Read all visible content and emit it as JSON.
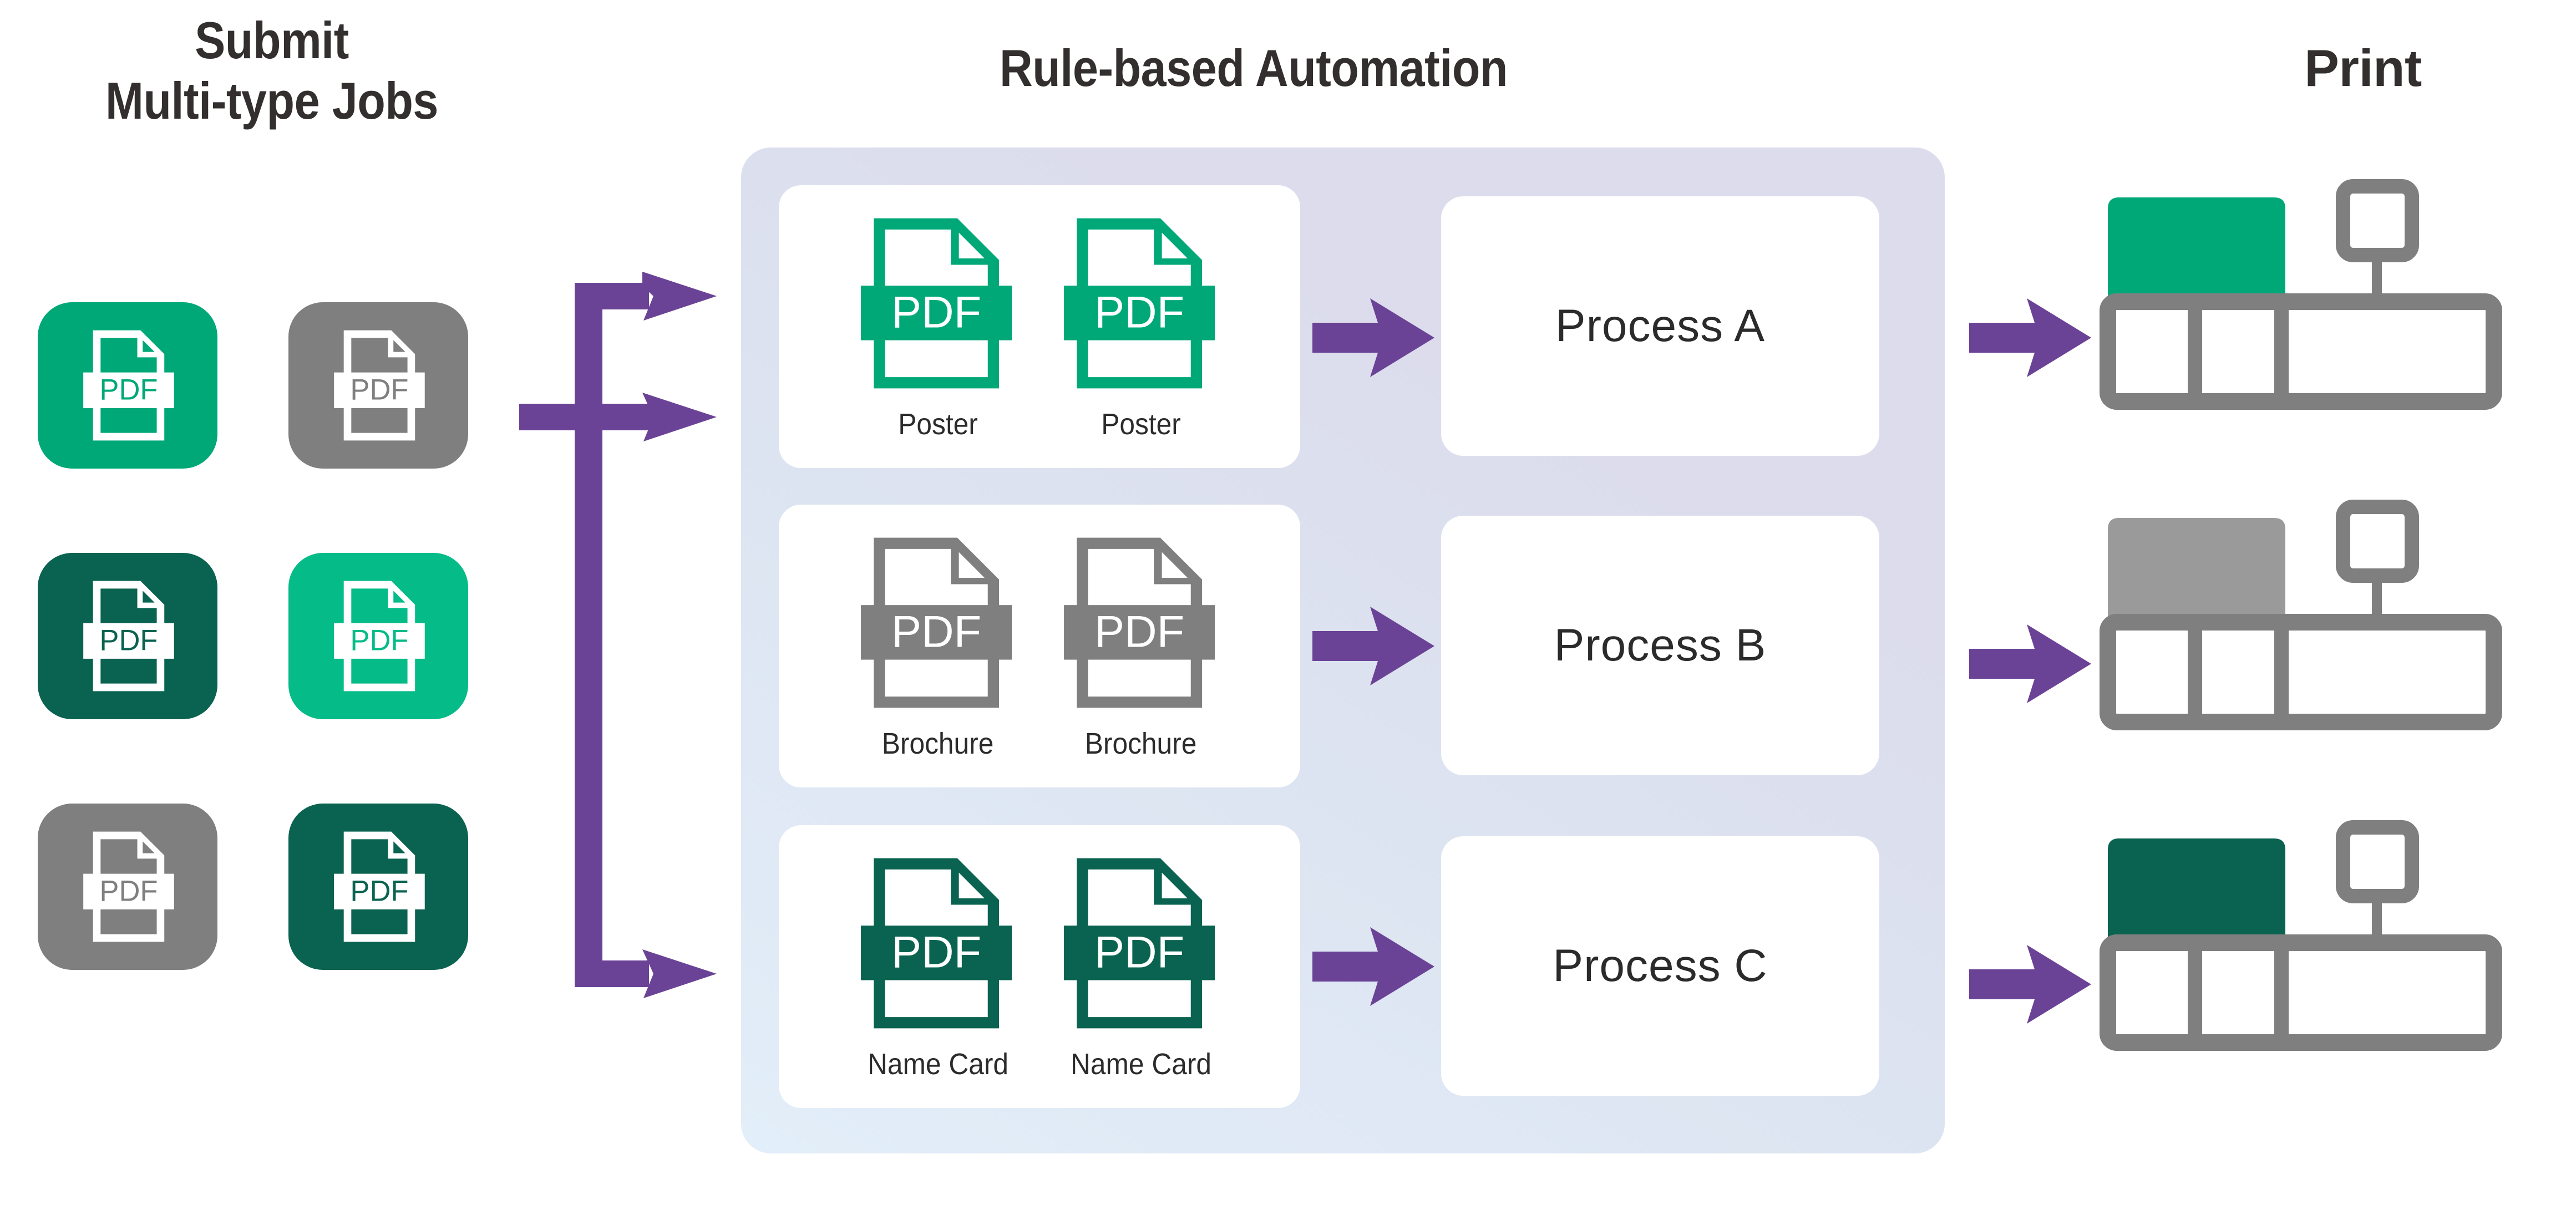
{
  "headings": {
    "submit": "Submit\nMulti-type Jobs",
    "submit_line1": "Submit",
    "submit_line2": "Multi-type Jobs",
    "rules": "Rule-based Automation",
    "print": "Print"
  },
  "colors": {
    "green_bright": "#00A878",
    "green_mid": "#05A97B",
    "green_dark": "#0A6350",
    "gray": "#7F7F7F",
    "purple": "#6B4396",
    "panel_lavender": "#DCDCEC",
    "panel_blue": "#E2EEF9",
    "card_white": "#FFFFFF",
    "title_ink": "#332F2E",
    "label_ink": "#2B2B2B"
  },
  "submit_tiles": [
    {
      "row": 0,
      "col": 0,
      "label": "PDF",
      "color": "#00A878",
      "icon": "pdf-file-icon"
    },
    {
      "row": 0,
      "col": 1,
      "label": "PDF",
      "color": "#7F7F7F",
      "icon": "pdf-file-icon"
    },
    {
      "row": 1,
      "col": 0,
      "label": "PDF",
      "color": "#0A6350",
      "icon": "pdf-file-icon"
    },
    {
      "row": 1,
      "col": 1,
      "label": "PDF",
      "color": "#05BB87",
      "icon": "pdf-file-icon"
    },
    {
      "row": 2,
      "col": 0,
      "label": "PDF",
      "color": "#7F7F7F",
      "icon": "pdf-file-icon"
    },
    {
      "row": 2,
      "col": 1,
      "label": "PDF",
      "color": "#0A6350",
      "icon": "pdf-file-icon"
    }
  ],
  "rows": [
    {
      "job_type": "Poster",
      "job_color": "#00A878",
      "jobs": [
        {
          "badge": "PDF",
          "label": "Poster"
        },
        {
          "badge": "PDF",
          "label": "Poster"
        }
      ],
      "process": "Process A",
      "press_color": "#00A878"
    },
    {
      "job_type": "Brochure",
      "job_color": "#7F7F7F",
      "jobs": [
        {
          "badge": "PDF",
          "label": "Brochure"
        },
        {
          "badge": "PDF",
          "label": "Brochure"
        }
      ],
      "process": "Process B",
      "press_color": "#9A9A9A"
    },
    {
      "job_type": "Name Card",
      "job_color": "#0A6350",
      "jobs": [
        {
          "badge": "PDF",
          "label": "Name Card"
        },
        {
          "badge": "PDF",
          "label": "Name Card"
        }
      ],
      "process": "Process C",
      "press_color": "#0A6350"
    }
  ],
  "flow": {
    "split_arrow": "three-way-split-arrow",
    "row_arrows": [
      "arrow-right",
      "arrow-right",
      "arrow-right"
    ],
    "print_arrows": [
      "arrow-right",
      "arrow-right",
      "arrow-right"
    ]
  }
}
